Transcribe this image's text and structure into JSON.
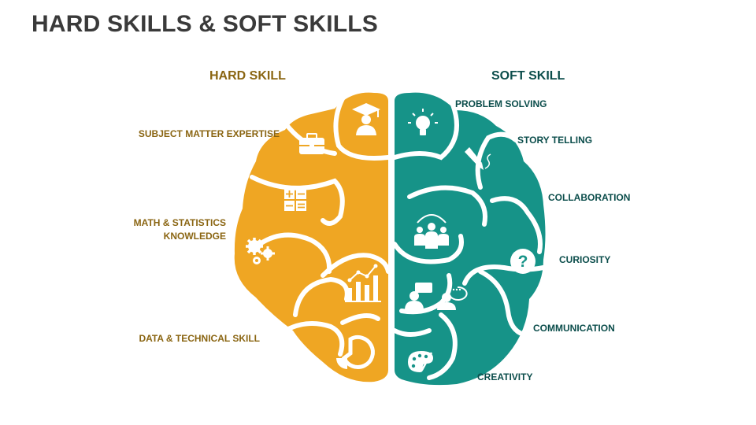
{
  "title": "HARD SKILLS & SOFT SKILLS",
  "hard": {
    "heading": "HARD SKILL",
    "color": "#EFA623",
    "items": [
      {
        "label": "SUBJECT MATTER EXPERTISE",
        "icon": "briefcase-icon"
      },
      {
        "label_line1": "MATH & STATISTICS",
        "label_line2": "KNOWLEDGE",
        "icon": "calculator-icon"
      },
      {
        "label": "DATA & TECHNICAL SKILL",
        "icon": "bar-chart-icon"
      }
    ],
    "extra_icons": [
      "graduate-icon",
      "gears-icon",
      "pie-chart-icon"
    ]
  },
  "soft": {
    "heading": "SOFT SKILL",
    "color": "#169388",
    "items": [
      {
        "label": "PROBLEM SOLVING",
        "icon": "lightbulb-icon"
      },
      {
        "label": "STORY TELLING",
        "icon": "pen-icon"
      },
      {
        "label": "COLLABORATION",
        "icon": "team-icon"
      },
      {
        "label": "CURIOSITY",
        "icon": "question-icon"
      },
      {
        "label": "COMMUNICATION",
        "icon": "chat-icon"
      },
      {
        "label": "CREATIVITY",
        "icon": "palette-icon"
      }
    ]
  }
}
